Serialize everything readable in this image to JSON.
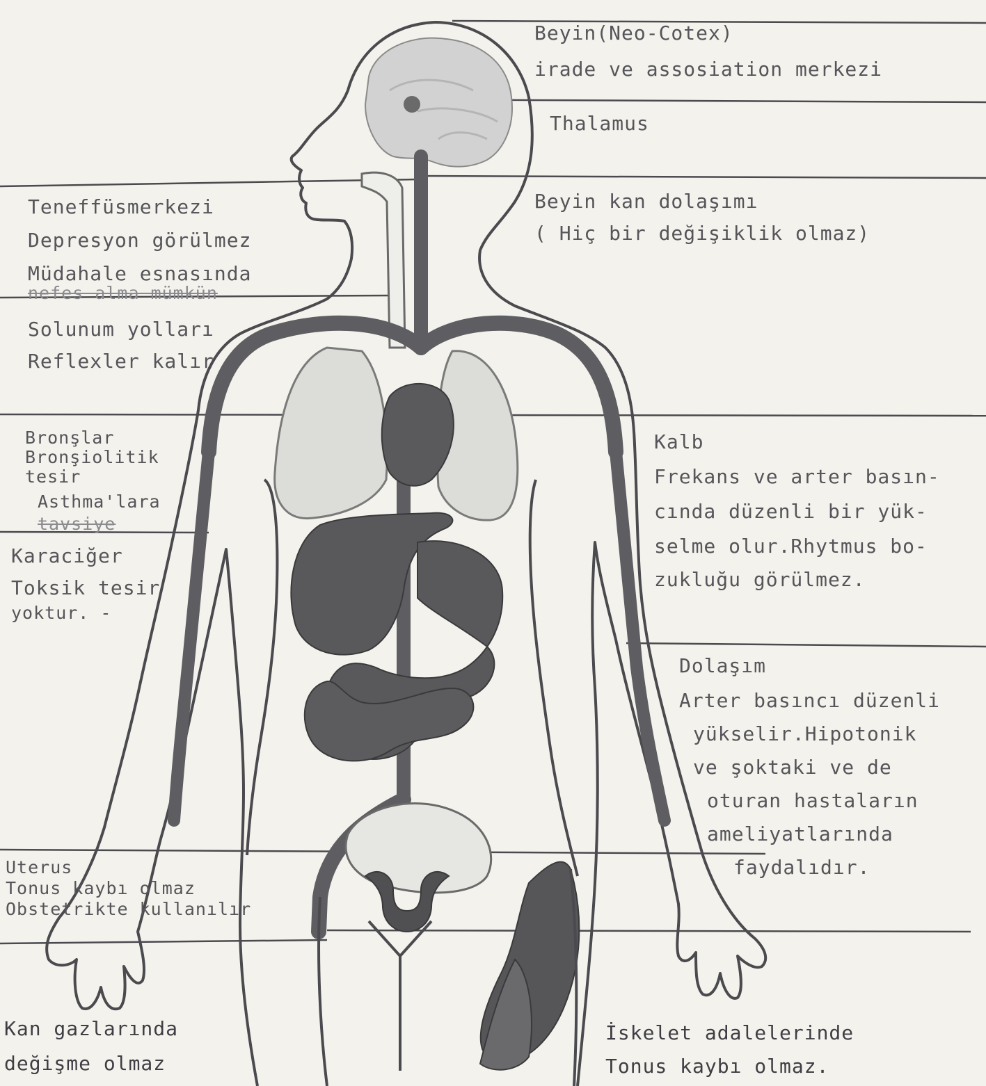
{
  "colors": {
    "paper": "#f4f2ec",
    "ink": "#4a4a4f",
    "organ_dark": "#565659",
    "organ_light": "#cfcfcf"
  },
  "labels": {
    "brain": {
      "title": "Beyin(Neo-Cotex)",
      "line2": "irade ve assosiation merkezi"
    },
    "thalamus": {
      "title": "Thalamus"
    },
    "cerebral_circulation": {
      "title": "Beyin kan dolaşımı",
      "line2": "( Hiç bir değişiklik olmaz)"
    },
    "respiratory_center": {
      "title": "Teneffüsmerkezi",
      "line2": "Depresyon görülmez",
      "line3": "Müdahale esnasında",
      "line4": "nefes alma mümkün"
    },
    "airways": {
      "title": "Solunum yolları",
      "line2": "Reflexler kalır"
    },
    "bronchi": {
      "title": "Bronşlar",
      "line2": "Bronşiolitik",
      "line3": "tesir",
      "line4": "Asthma'lara",
      "line5": "tavsiye"
    },
    "liver": {
      "title": "Karaciğer",
      "line2": "Toksik tesir",
      "line3": "yoktur. -"
    },
    "heart": {
      "title": "Kalb",
      "line2": "Frekans ve arter basın-",
      "line3": "cında düzenli bir yük-",
      "line4": "selme olur.Rhytmus bo-",
      "line5": "zukluğu görülmez."
    },
    "circulation": {
      "title": "Dolaşım",
      "line2": "Arter basıncı düzenli",
      "line3": "yükselir.Hipotonik",
      "line4": "ve şoktaki ve de",
      "line5": "oturan hastaların",
      "line6": "ameliyatlarında",
      "line7": "faydalıdır."
    },
    "uterus": {
      "title": "Uterus",
      "line2": "Tonus kaybı olmaz",
      "line3": "Obstetrikte kullanılır"
    },
    "blood_gases": {
      "title": "Kan gazlarında",
      "line2": "değişme olmaz"
    },
    "skeletal_muscles": {
      "title": "İskelet adalelerinde",
      "line2": "Tonus kaybı olmaz."
    }
  }
}
